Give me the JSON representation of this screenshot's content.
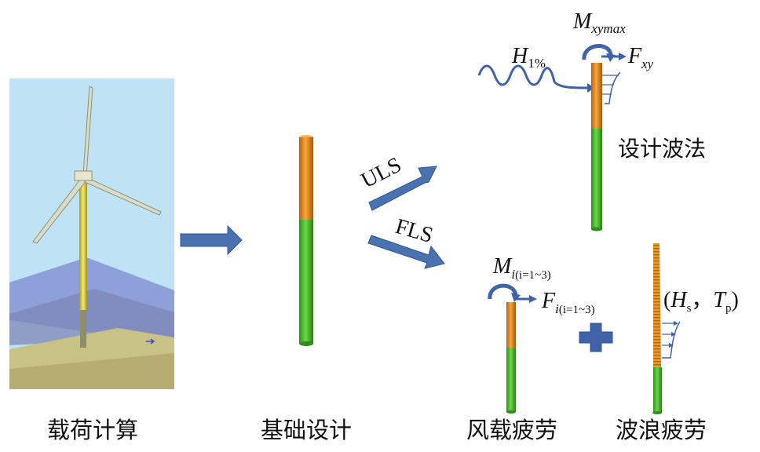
{
  "captions": {
    "load_calc": "载荷计算",
    "foundation_design": "基础设计",
    "wind_fatigue": "风载疲劳",
    "wave_fatigue": "波浪疲劳"
  },
  "arrows": {
    "uls": "ULS",
    "fls": "FLS"
  },
  "uls_panel": {
    "method": "设计波法",
    "wave_H": "H",
    "wave_H_sub": "1%",
    "moment_M": "M",
    "moment_M_sub": "xymax",
    "force_F": "F",
    "force_F_sub": "xy"
  },
  "fls_wind": {
    "moment_M": "M",
    "moment_M_sub_italic": "i",
    "moment_M_sub_rest": "(i=1~3)",
    "force_F": "F",
    "force_F_sub_italic": "i",
    "force_F_sub_rest": "(i=1~3)"
  },
  "fls_wave": {
    "open_paren": "(",
    "H": "H",
    "H_sub": "s",
    "separator": "，",
    "T": "T",
    "T_sub": "p",
    "close_paren": ")"
  },
  "colors": {
    "arrow_blue": "#4a72b0",
    "pile_orange": "#e08a1e",
    "pile_green": "#4bbf2a",
    "sky": "#bfe2f4",
    "sea": "#8ea0d8",
    "seabed": "#c9c287",
    "tower": "#e8e04a"
  }
}
